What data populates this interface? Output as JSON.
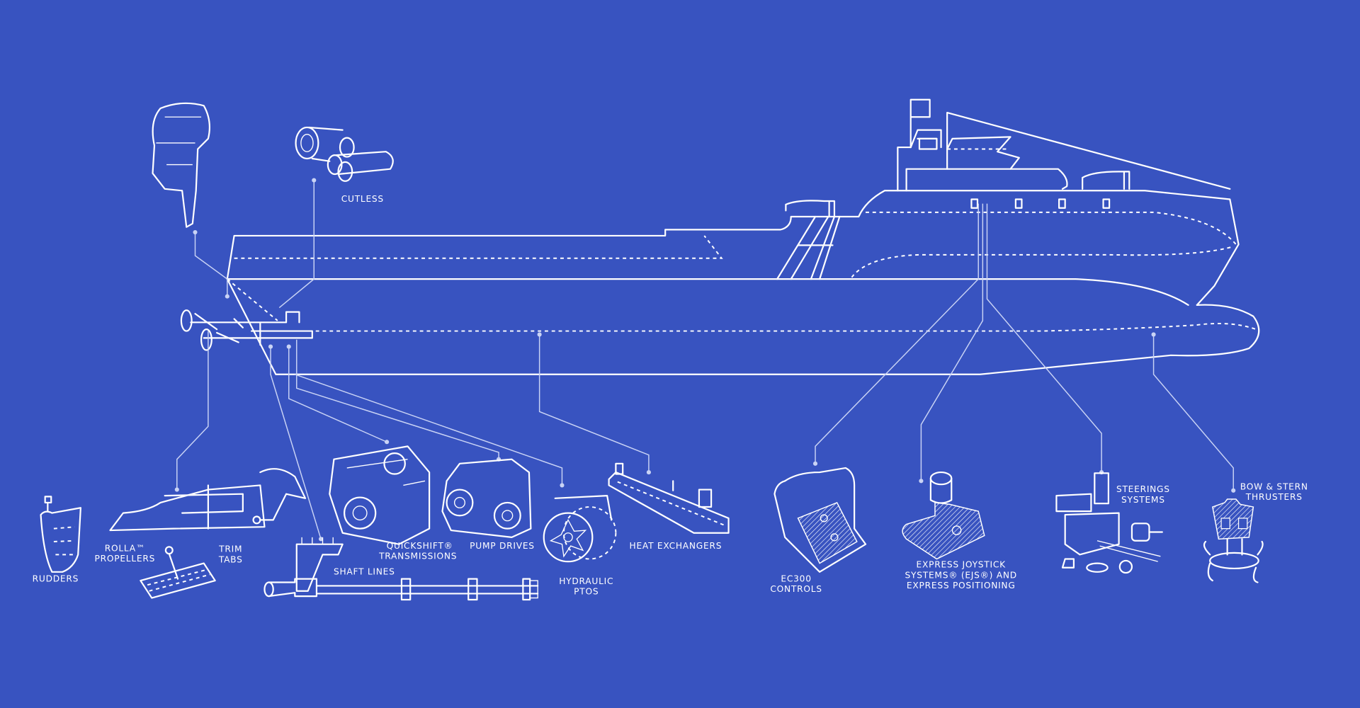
{
  "diagram": {
    "background_color": "#3853c0",
    "line_color": "#ffffff",
    "labels": {
      "cutless": [
        "CUTLESS"
      ],
      "rudders": [
        "RUDDERS"
      ],
      "rolla_propellers": [
        "ROLLA™",
        "PROPELLERS"
      ],
      "trim_tabs": [
        "TRIM",
        "TABS"
      ],
      "shaft_lines": [
        "SHAFT LINES"
      ],
      "quickshift_transmissions": [
        "QUICKSHIFT®",
        "TRANSMISSIONS"
      ],
      "pump_drives": [
        "PUMP DRIVES"
      ],
      "hydraulic_ptos": [
        "HYDRAULIC",
        "PTOS"
      ],
      "heat_exchangers": [
        "HEAT EXCHANGERS"
      ],
      "ec300_controls": [
        "EC300",
        "CONTROLS"
      ],
      "express_joystick": [
        "EXPRESS JOYSTICK",
        "SYSTEMS® (EJS®) AND",
        "EXPRESS POSITIONING"
      ],
      "steering_systems": [
        "STEERINGS",
        "SYSTEMS"
      ],
      "bow_stern_thrusters": [
        "BOW & STERN",
        "THRUSTERS"
      ]
    }
  }
}
